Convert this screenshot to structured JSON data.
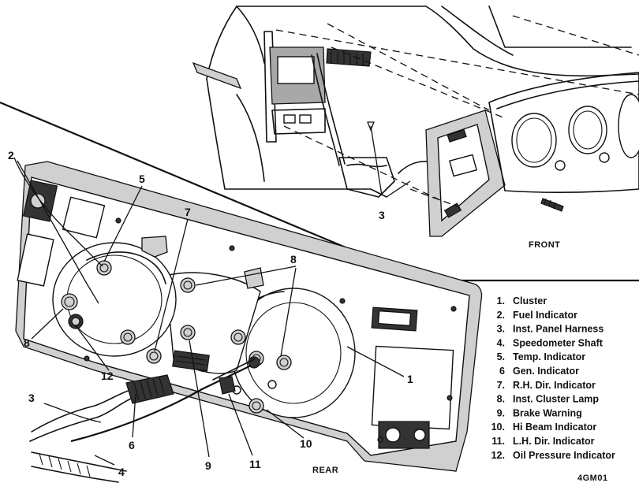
{
  "callouts": {
    "n1": "1",
    "n2": "2",
    "n3": "3",
    "n4": "4",
    "n5": "5",
    "n6": "6",
    "n7": "7",
    "n8a": "8",
    "n8b": "8",
    "n9": "9",
    "n10": "10",
    "n11": "11",
    "n12": "12"
  },
  "labels": {
    "front": "FRONT",
    "rear": "REAR",
    "figure_code": "4GM01"
  },
  "legend": [
    {
      "num": "1.",
      "text": "Cluster"
    },
    {
      "num": "2.",
      "text": "Fuel Indicator"
    },
    {
      "num": "3.",
      "text": "Inst. Panel Harness"
    },
    {
      "num": "4.",
      "text": "Speedometer Shaft"
    },
    {
      "num": "5.",
      "text": "Temp. Indicator"
    },
    {
      "num": "6",
      "text": "Gen. Indicator"
    },
    {
      "num": "7.",
      "text": "R.H. Dir. Indicator"
    },
    {
      "num": "8.",
      "text": "Inst. Cluster Lamp"
    },
    {
      "num": "9.",
      "text": "Brake Warning"
    },
    {
      "num": "10.",
      "text": "Hi Beam Indicator"
    },
    {
      "num": "11.",
      "text": "L.H. Dir. Indicator"
    },
    {
      "num": "12.",
      "text": "Oil Pressure Indicator"
    }
  ]
}
